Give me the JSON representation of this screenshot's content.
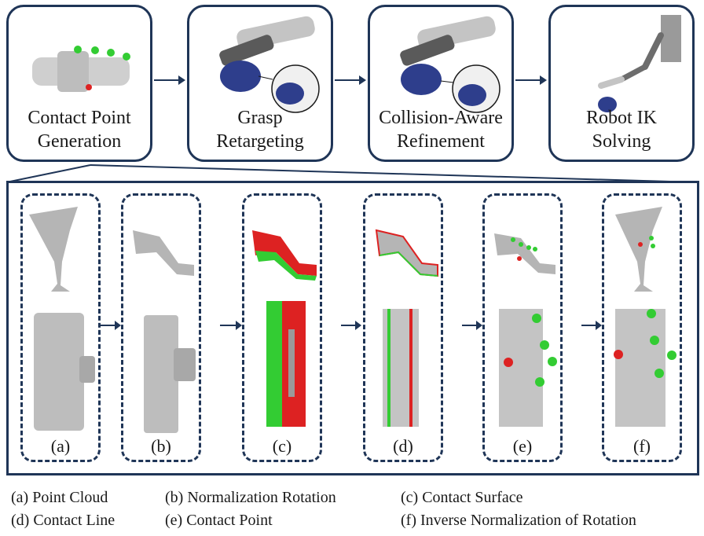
{
  "stages": [
    {
      "line1": "Contact Point",
      "line2": "Generation"
    },
    {
      "line1": "Grasp",
      "line2": "Retargeting"
    },
    {
      "line1": "Collision-Aware",
      "line2": "Refinement"
    },
    {
      "line1": "Robot IK",
      "line2": "Solving"
    }
  ],
  "subfigures": [
    {
      "tag": "(a)"
    },
    {
      "tag": "(b)"
    },
    {
      "tag": "(c)"
    },
    {
      "tag": "(d)"
    },
    {
      "tag": "(e)"
    },
    {
      "tag": "(f)"
    }
  ],
  "legend": [
    "(a)  Point Cloud",
    "(b) Normalization Rotation",
    "(c) Contact Surface",
    "(d) Contact Line",
    "(e) Contact Point",
    "(f) Inverse Normalization of Rotation"
  ],
  "colors": {
    "frame": "#1f3557",
    "cloud": "#8c8c8c",
    "contact_green": "#33cc33",
    "contact_red": "#dd2222",
    "robot_gray": "#5a5a5a",
    "object_blue": "#2e3e8c"
  }
}
